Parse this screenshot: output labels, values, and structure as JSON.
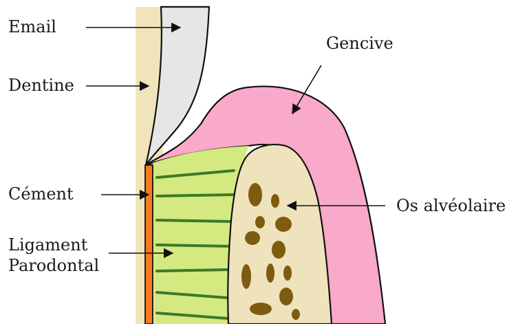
{
  "labels": {
    "email": "Email",
    "dentine": "Dentine",
    "gencive": "Gencive",
    "cement": "Cément",
    "ligament_line1": "Ligament",
    "ligament_line2": "Parodontal",
    "os_alveolaire": "Os alvéolaire"
  },
  "colors": {
    "dentine": "#f0e4bb",
    "email": "#e6e6e6",
    "gencive": "#f9a9c9",
    "cement": "#f57a20",
    "ligament": "#d4ea80",
    "ligament_fibers": "#3c7a28",
    "bone": "#efe3bd",
    "bone_spots": "#7d5c10",
    "outline": "#111111"
  }
}
